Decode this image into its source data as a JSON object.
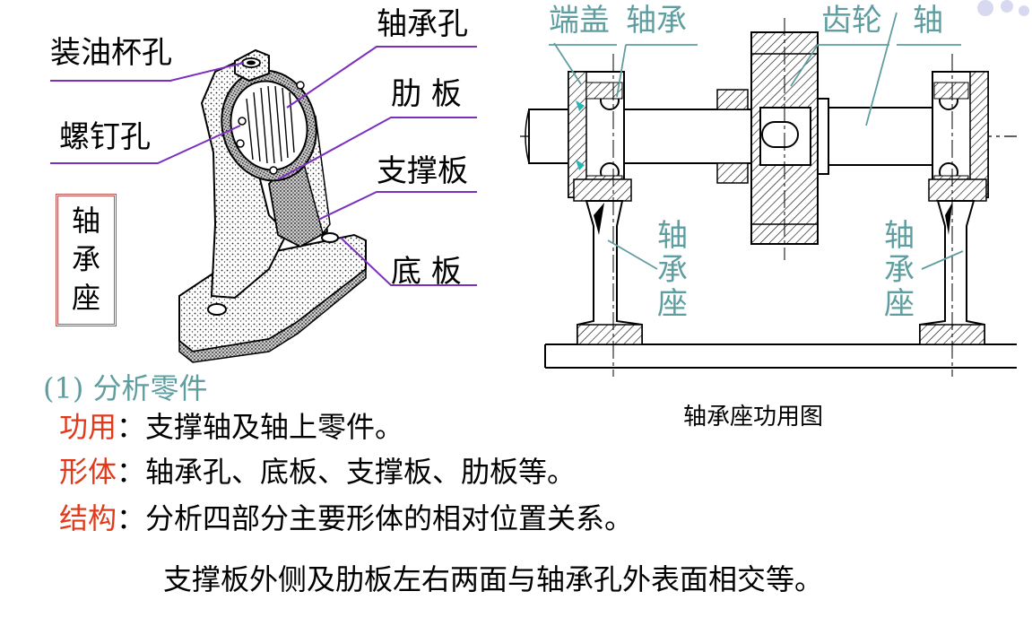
{
  "left_labels": {
    "oil_hole": "装油杯孔",
    "screw_hole": "螺钉孔",
    "bearing_hole": "轴承孔",
    "rib": "肋  板",
    "support": "支撑板",
    "base": "底  板",
    "seat_box": [
      "轴",
      "承",
      "座"
    ]
  },
  "right_labels": {
    "cap": "端盖",
    "bearing": "轴承",
    "gear": "齿轮",
    "shaft": "轴",
    "seat_left": [
      "轴",
      "承",
      "座"
    ],
    "seat_right": [
      "轴",
      "承",
      "座"
    ],
    "caption": "轴承座功用图"
  },
  "section": {
    "heading": "(1) 分析零件",
    "rows": [
      {
        "key": "功用",
        "colon": "：",
        "text": "支撑轴及轴上零件。"
      },
      {
        "key": "形体",
        "colon": "：",
        "text": "轴承孔、底板、支撑板、肋板等。"
      },
      {
        "key": "结构",
        "colon": "：",
        "text": "分析四部分主要形体的相对位置关系。"
      }
    ],
    "extra": "支撑板外侧及肋板左右两面与轴承孔外表面相交等。"
  },
  "colors": {
    "accent_red": "#e03a1a",
    "teal": "#5f9ea0",
    "leader_purple": "#7b2fbf"
  }
}
